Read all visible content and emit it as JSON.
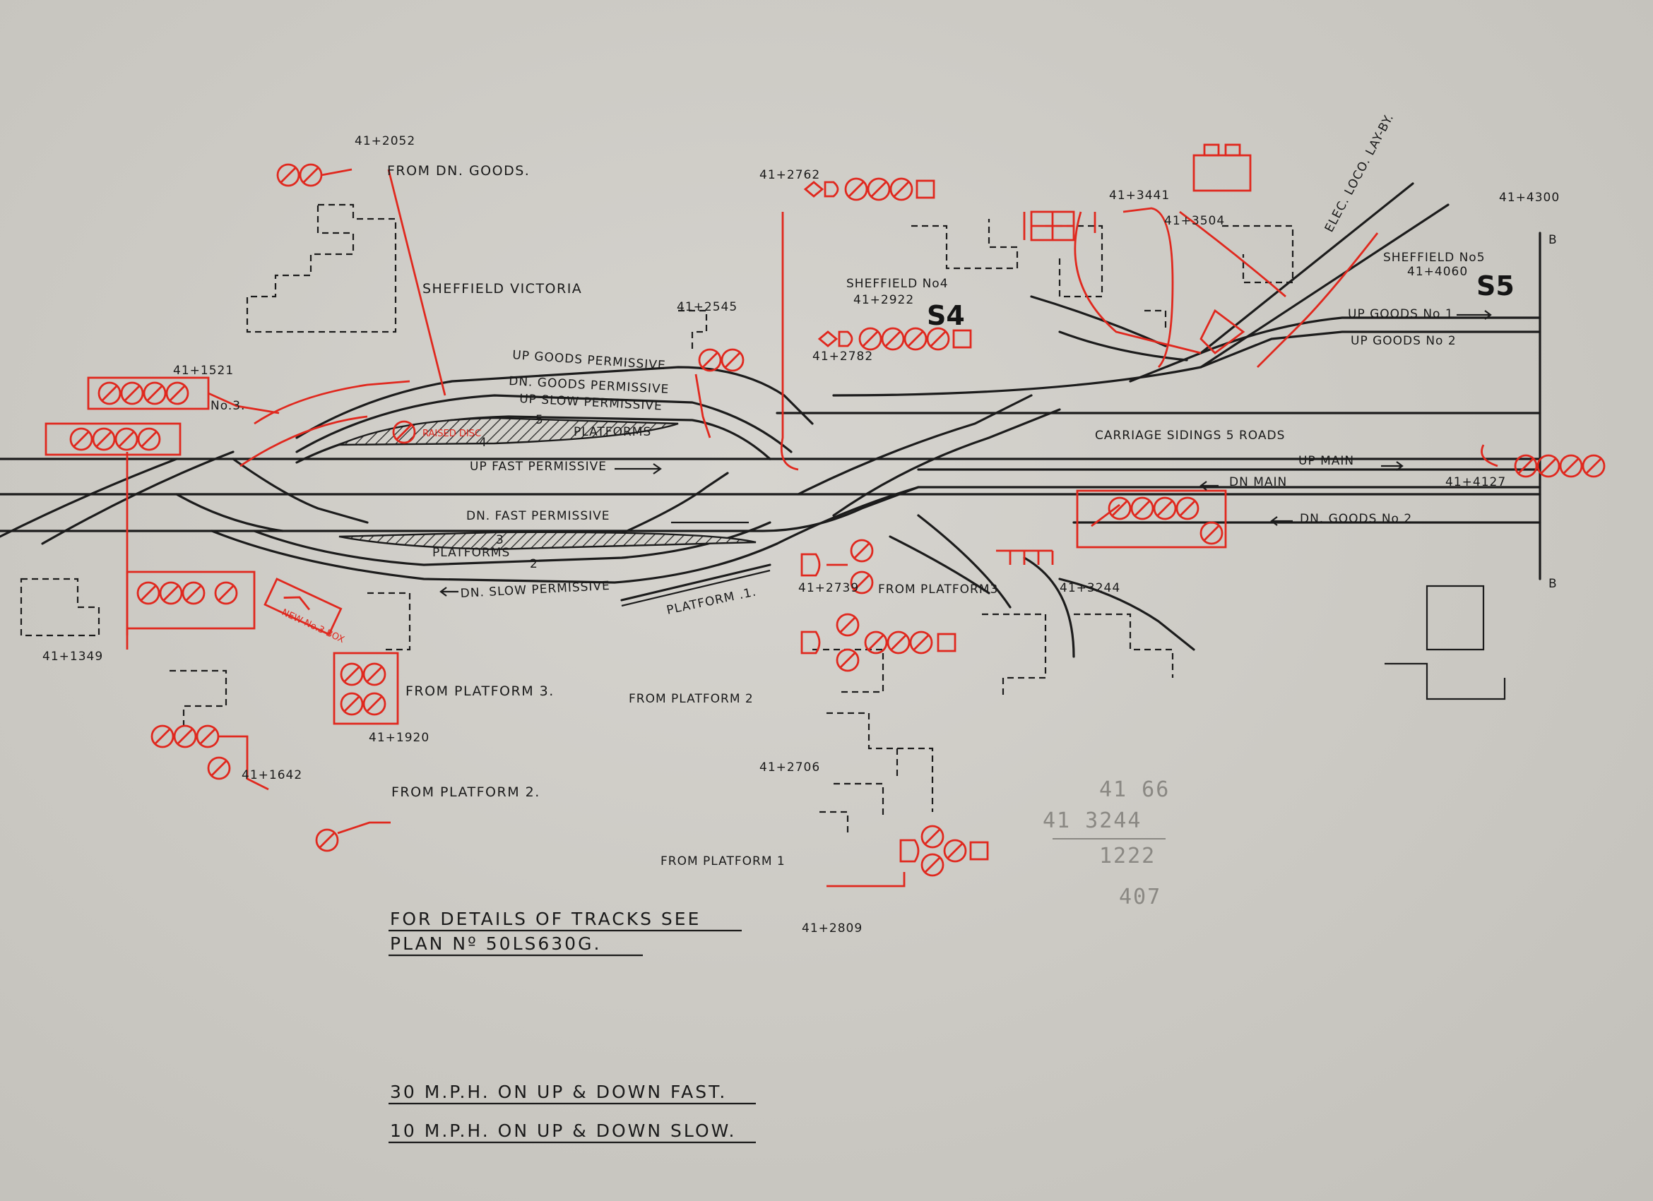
{
  "title": "SHEFFIELD VICTORIA",
  "boxes": {
    "s4": {
      "name": "SHEFFIELD No4",
      "mileage": "41+2922",
      "code": "S4"
    },
    "s5": {
      "name": "SHEFFIELD No5",
      "mileage": "41+4060",
      "code": "S5"
    },
    "new_box": "NEW No.3 BOX",
    "no3": "No.3."
  },
  "tracks": {
    "up_goods_permissive": "UP GOODS PERMISSIVE",
    "dn_goods_permissive": "DN. GOODS PERMISSIVE",
    "up_slow_permissive": "UP SLOW PERMISSIVE",
    "up_fast_permissive": "UP FAST PERMISSIVE",
    "dn_fast_permissive": "DN. FAST PERMISSIVE",
    "dn_slow_permissive": "DN. SLOW PERMISSIVE",
    "up_goods_1": "UP GOODS No 1",
    "up_goods_2": "UP GOODS No 2",
    "up_main": "UP MAIN",
    "dn_main": "DN MAIN",
    "dn_goods_2": "DN. GOODS No 2",
    "carriage_sidings": "CARRIAGE SIDINGS 5 ROADS",
    "elec_loco": "ELEC. LOCO. LAY-BY."
  },
  "platforms": {
    "upper": "PLATFORMS",
    "lower": "PLATFORMS",
    "platform_1": "PLATFORM .1.",
    "num_5": "5",
    "num_4": "4",
    "num_3": "3",
    "num_2": "2",
    "raised_disc": "RAISED DISC"
  },
  "routes": {
    "from_dn_goods": "FROM DN. GOODS.",
    "from_platform_3_left": "FROM PLATFORM 3.",
    "from_platform_2_left": "FROM PLATFORM 2.",
    "from_platform_3_mid": "FROM PLATFORM3",
    "from_platform_2_mid": "FROM PLATFORM 2",
    "from_platform_1_mid": "FROM PLATFORM 1"
  },
  "mileages": {
    "m2052": "41+2052",
    "m1521": "41+1521",
    "m1349": "41+1349",
    "m1642": "41+1642",
    "m1920": "41+1920",
    "m2545": "41+2545",
    "m2762": "41+2762",
    "m2782": "41+2782",
    "m2739": "41+2739",
    "m2706": "41+2706",
    "m2809": "41+2809",
    "m3441": "41+3441",
    "m3504": "41+3504",
    "m3244": "41+3244",
    "m4127": "41+4127",
    "m4300": "41+4300"
  },
  "edge_markers": {
    "top": "B",
    "bottom": "B"
  },
  "notes": {
    "details_line1": "FOR DETAILS OF TRACKS SEE",
    "details_line2": "PLAN Nº 50LS630G.",
    "speed_fast": "30 M.P.H. ON UP & DOWN FAST.",
    "speed_slow": "10 M.P.H. ON UP & DOWN SLOW."
  },
  "pencil": {
    "line1": "41 66",
    "line2": "41 3244",
    "line3": "1222",
    "line4": "407"
  },
  "colors": {
    "ink": "#1c1c1c",
    "signal_red": "#e0281e",
    "paper": "#cfcdc8"
  }
}
